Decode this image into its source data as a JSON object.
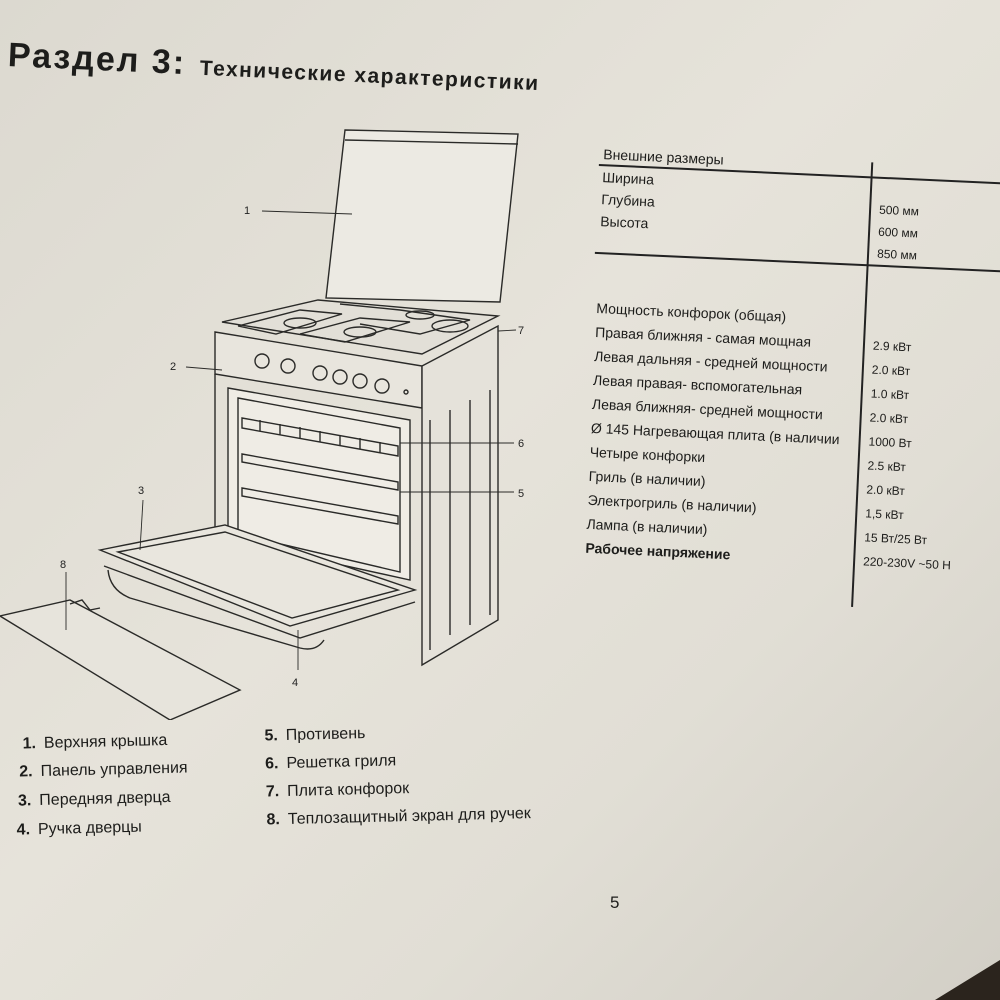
{
  "header": {
    "section": "Раздел 3:",
    "subtitle": "Технические характеристики"
  },
  "specs": {
    "dimensions": {
      "heading": "Внешние размеры",
      "rows": [
        {
          "label": "Ширина",
          "value": "500 мм"
        },
        {
          "label": "Глубина",
          "value": "600 мм"
        },
        {
          "label": "Высота",
          "value": "850 мм"
        }
      ]
    },
    "power": {
      "heading": "Мощность конфорок (общая)",
      "rows": [
        {
          "label": "Правая ближняя - самая мощная",
          "value": "2.9 кВт"
        },
        {
          "label": "Левая дальняя - средней мощности",
          "value": "2.0 кВт"
        },
        {
          "label": "Левая правая- вспомогательная",
          "value": "1.0 кВт"
        },
        {
          "label": "Левая ближняя- средней мощности",
          "value": "2.0 кВт"
        },
        {
          "label": "Ø 145 Нагревающая плита (в наличии",
          "value": "1000 Вт"
        },
        {
          "label": "Четыре конфорки",
          "value": "2.5 кВт"
        },
        {
          "label": "Гриль (в наличии)",
          "value": "2.0 кВт"
        },
        {
          "label": "Электрогриль (в наличии)",
          "value": "1,5 кВт"
        },
        {
          "label": "Лампа (в наличии)",
          "value": "15 Вт/25 Вт"
        },
        {
          "label": "Рабочее напряжение",
          "value": "220-230V ~50 Н"
        }
      ]
    }
  },
  "diagram": {
    "callouts": [
      "1",
      "2",
      "3",
      "4",
      "5",
      "6",
      "7",
      "8"
    ]
  },
  "legend": {
    "items": [
      {
        "num": "1.",
        "label": "Верхняя крышка"
      },
      {
        "num": "2.",
        "label": "Панель управления"
      },
      {
        "num": "3.",
        "label": "Передняя дверца"
      },
      {
        "num": "4.",
        "label": "Ручка дверцы"
      },
      {
        "num": "5.",
        "label": "Противень"
      },
      {
        "num": "6.",
        "label": "Решетка гриля"
      },
      {
        "num": "7.",
        "label": "Плита конфорок"
      },
      {
        "num": "8.",
        "label": "Теплозащитный экран для ручек"
      }
    ]
  },
  "footer": {
    "page_number": "5"
  }
}
